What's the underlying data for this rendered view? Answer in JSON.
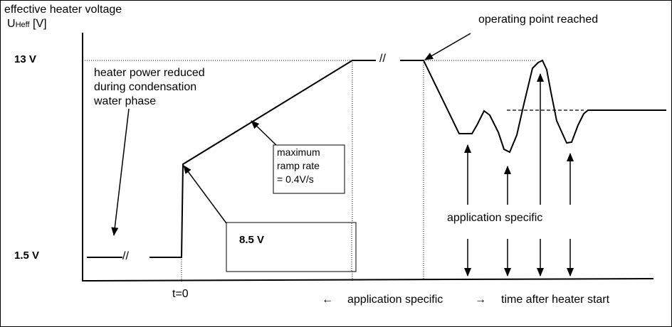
{
  "y_axis": {
    "title": "effective heater voltage",
    "symbol_main": "U",
    "symbol_sub": "Heff",
    "unit": "[V]"
  },
  "levels": {
    "high": "13 V",
    "low": "1.5 V"
  },
  "annotations": {
    "heater_reduced_line1": "heater power reduced",
    "heater_reduced_line2": "during condensation",
    "heater_reduced_line3": "water phase",
    "ramp_line1": "maximum",
    "ramp_line2": "ramp rate",
    "ramp_line3": "= 0.4V/s",
    "step_value": "8.5 V",
    "operating_point": "operating point reached",
    "application_specific": "application specific"
  },
  "x_axis": {
    "t0": "t=0",
    "left_arrow": "←",
    "range_label": "application specific",
    "right_arrow": "→",
    "title": "time after heater start"
  },
  "break_mark": "//"
}
